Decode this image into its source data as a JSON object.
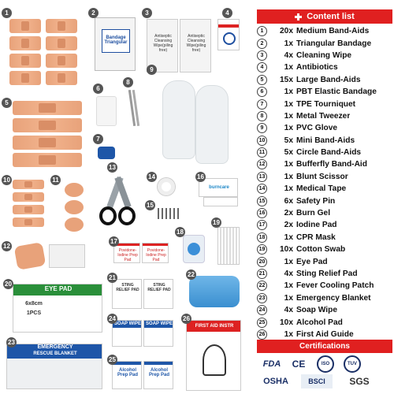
{
  "content_list": {
    "title": "Content list",
    "items": [
      {
        "n": "1",
        "qty": "20x",
        "name": "Medium Band-Aids"
      },
      {
        "n": "2",
        "qty": "1x",
        "name": "Triangular Bandage"
      },
      {
        "n": "3",
        "qty": "4x",
        "name": "Cleaning Wipe"
      },
      {
        "n": "4",
        "qty": "1x",
        "name": "Antibiotics"
      },
      {
        "n": "5",
        "qty": "15x",
        "name": "Large Band-Aids"
      },
      {
        "n": "6",
        "qty": "1x",
        "name": "PBT Elastic Bandage"
      },
      {
        "n": "7",
        "qty": "1x",
        "name": "TPE Tourniquet"
      },
      {
        "n": "8",
        "qty": "1x",
        "name": "Metal Tweezer"
      },
      {
        "n": "9",
        "qty": "1x",
        "name": "PVC Glove"
      },
      {
        "n": "10",
        "qty": "5x",
        "name": "Mini Band-Aids"
      },
      {
        "n": "11",
        "qty": "5x",
        "name": "Circle Band-Aids"
      },
      {
        "n": "12",
        "qty": "1x",
        "name": "Bufferfly Band-Aid"
      },
      {
        "n": "13",
        "qty": "1x",
        "name": "Blunt Scissor"
      },
      {
        "n": "14",
        "qty": "1x",
        "name": "Medical Tape"
      },
      {
        "n": "15",
        "qty": "6x",
        "name": "Safety Pin"
      },
      {
        "n": "16",
        "qty": "2x",
        "name": "Burn Gel"
      },
      {
        "n": "17",
        "qty": "2x",
        "name": "Iodine Pad"
      },
      {
        "n": "18",
        "qty": "1x",
        "name": "CPR Mask"
      },
      {
        "n": "19",
        "qty": "10x",
        "name": "Cotton Swab"
      },
      {
        "n": "20",
        "qty": "1x",
        "name": "Eye Pad"
      },
      {
        "n": "21",
        "qty": "4x",
        "name": "Sting Relief Pad"
      },
      {
        "n": "22",
        "qty": "1x",
        "name": "Fever Cooling Patch"
      },
      {
        "n": "23",
        "qty": "1x",
        "name": "Emergency Blanket"
      },
      {
        "n": "24",
        "qty": "4x",
        "name": "Soap Wipe"
      },
      {
        "n": "25",
        "qty": "10x",
        "name": "Alcohol Pad"
      },
      {
        "n": "26",
        "qty": "1x",
        "name": "First Aid Guide"
      }
    ]
  },
  "certifications": {
    "title": "Certifications",
    "logos": [
      "FDA",
      "CE",
      "ISO",
      "TUV",
      "OSHA",
      "BSCI",
      "SGS"
    ]
  },
  "packs": {
    "bandage": "Bandage Triangular",
    "cleaning_1": "Antiseptic Cleansing Wipe(piling free)",
    "cleaning_2": "Antiseptic Cleansing Wipe(piling free)",
    "burn": "burncare",
    "iodine": "Povidone-Iodine Prep Pad",
    "eye_title": "EYE PAD",
    "eye_size": "6x8cm",
    "eye_count": "1PCS",
    "sting": "STING RELIEF PAD",
    "soap": "SOAP WIPE",
    "alcohol": "Alcohol Prep Pad",
    "blanket_1": "EMERGENCY",
    "blanket_2": "RESCUE BLANKET",
    "guide": "FIRST AID INSTR"
  }
}
